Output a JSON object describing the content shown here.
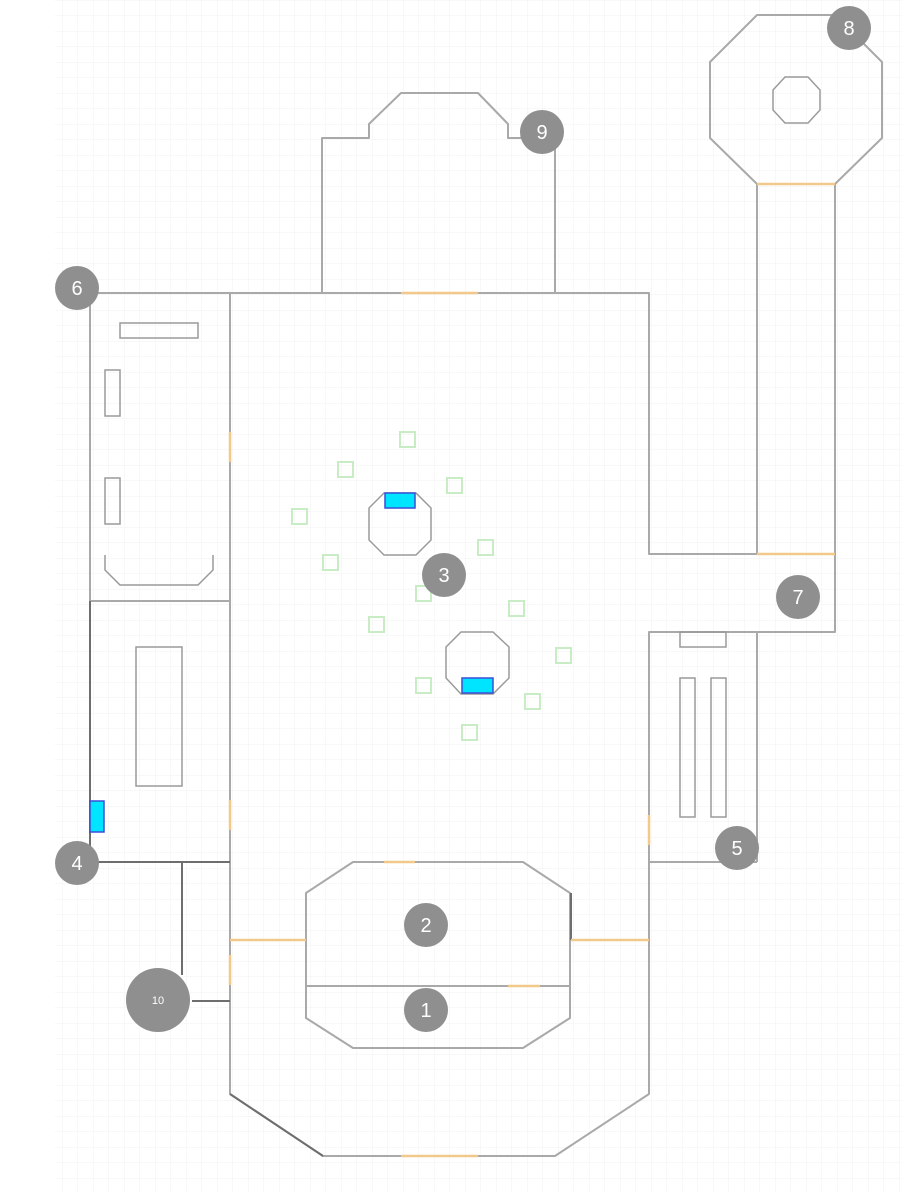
{
  "map": {
    "colors": {
      "background": "#ffffff",
      "grid": "#eeeeee",
      "wall": "#a9a9a9",
      "wall_dark": "#6e6e6e",
      "door": "#f3c98b",
      "marker": "#8f8f8f",
      "marker_text": "#ffffff",
      "highlight": "#00e5ff",
      "highlight_border": "#3a4ed8",
      "pillar": "#c8ecc4"
    },
    "markers": [
      "1",
      "2",
      "3",
      "4",
      "5",
      "6",
      "7",
      "8",
      "9",
      "10"
    ]
  }
}
